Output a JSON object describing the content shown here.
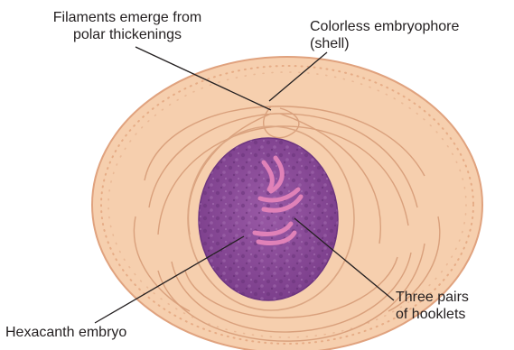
{
  "labels": {
    "filaments_line1": "Filaments emerge from",
    "filaments_line2": "polar thickenings",
    "shell_line1": "Colorless embryophore",
    "shell_line2": "(shell)",
    "hooklets_line1": "Three pairs",
    "hooklets_line2": "of hooklets",
    "embryo": "Hexacanth embryo"
  },
  "colors": {
    "shell_fill": "#f6cfae",
    "shell_outline": "#e0a27e",
    "inner_line": "#dba683",
    "embryo_fill": "#8a4b96",
    "embryo_dark": "#6d3580",
    "hooklet": "#e081b8",
    "leader_line": "#231f20"
  }
}
